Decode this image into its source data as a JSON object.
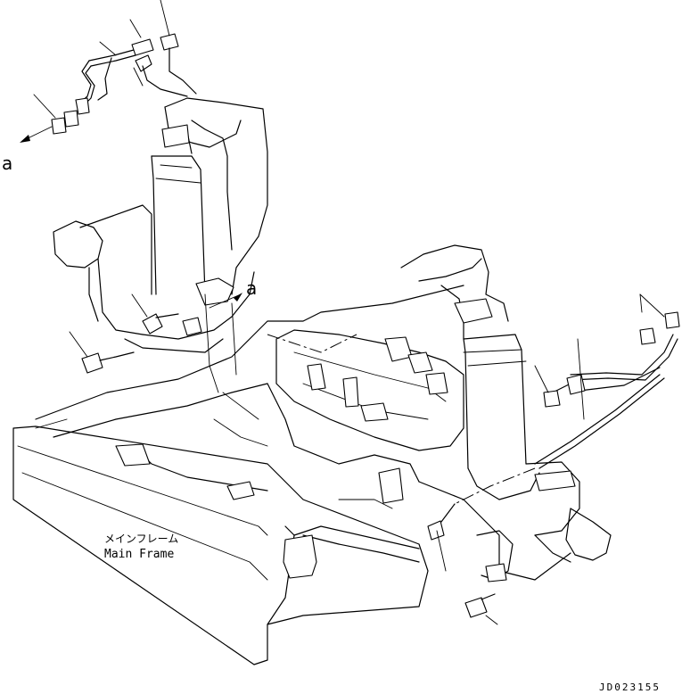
{
  "labels": {
    "main_frame_jp": "メインフレーム",
    "main_frame_en": "Main Frame",
    "callout_a_left": "a",
    "callout_a_center": "a",
    "drawing_number": "JD023155"
  },
  "colors": {
    "line": "#000000",
    "background": "#ffffff"
  }
}
